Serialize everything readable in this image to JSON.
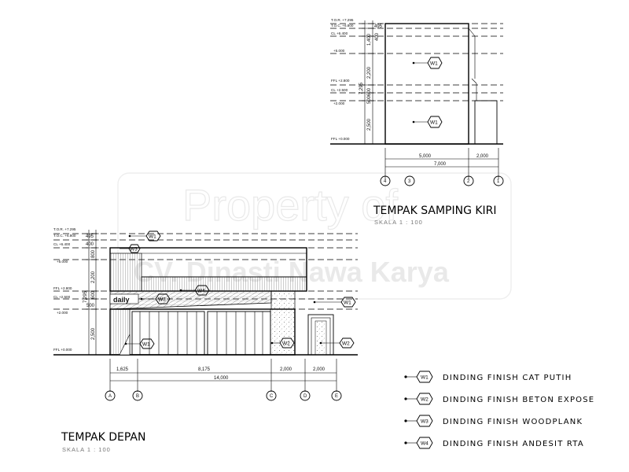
{
  "watermark": {
    "line1": "Property of",
    "line2": "CV. Dinasti Nawa Karya"
  },
  "side_view": {
    "title": "TEMPAK SAMPING KIRI",
    "scale": "SKALA 1   :   100",
    "levels": [
      {
        "label": "T.O.R. +7.295"
      },
      {
        "label": "T.O.C. +6.800"
      },
      {
        "label": "CL +6.400"
      },
      {
        "label": "+5.000"
      },
      {
        "label": "FFL +2.800"
      },
      {
        "label": "CL +2.500"
      },
      {
        "label": "+2.000"
      },
      {
        "label": "FFL +0.000"
      }
    ],
    "vertical_dims": [
      "495",
      "400",
      "1,400",
      "2,200",
      "7,295",
      "600",
      "500",
      "2,500"
    ],
    "horizontal_dims": {
      "spans": [
        "5,000",
        "2,000"
      ],
      "total": "7,000"
    },
    "grid": [
      "4",
      "3",
      "2",
      "1"
    ],
    "tags": [
      "W1",
      "W1"
    ]
  },
  "front_view": {
    "title": "TEMPAK DEPAN",
    "scale": "SKALA 1   :   100",
    "levels": [
      {
        "label": "T.O.R. +7.295"
      },
      {
        "label": "T.O.C. +6.800"
      },
      {
        "label": "CL +6.400"
      },
      {
        "label": "+5.000"
      },
      {
        "label": "FFL +2.800"
      },
      {
        "label": "CL +2.500"
      },
      {
        "label": "+2.000"
      },
      {
        "label": "FFL +0.000"
      }
    ],
    "vertical_dims": [
      "495",
      "400",
      "800",
      "2,200",
      "7,295",
      "600",
      "500",
      "2,500"
    ],
    "horizontal_dims": {
      "spans": [
        "1,625",
        "8,175",
        "2,000",
        "2,000"
      ],
      "total": "14,000"
    },
    "grid": [
      "A",
      "B",
      "C",
      "D",
      "E"
    ],
    "tags": [
      "W1",
      "W3",
      "W4",
      "W3",
      "W1",
      "W1",
      "W2",
      "W2"
    ],
    "signage": "daily"
  },
  "legend": [
    {
      "code": "W1",
      "text": "DINDING FINISH CAT PUTIH"
    },
    {
      "code": "W2",
      "text": "DINDING FINISH BETON EXPOSE"
    },
    {
      "code": "W3",
      "text": "DINDING FINISH WOODPLANK"
    },
    {
      "code": "W4",
      "text": "DINDING FINISH ANDESIT RTA"
    }
  ]
}
